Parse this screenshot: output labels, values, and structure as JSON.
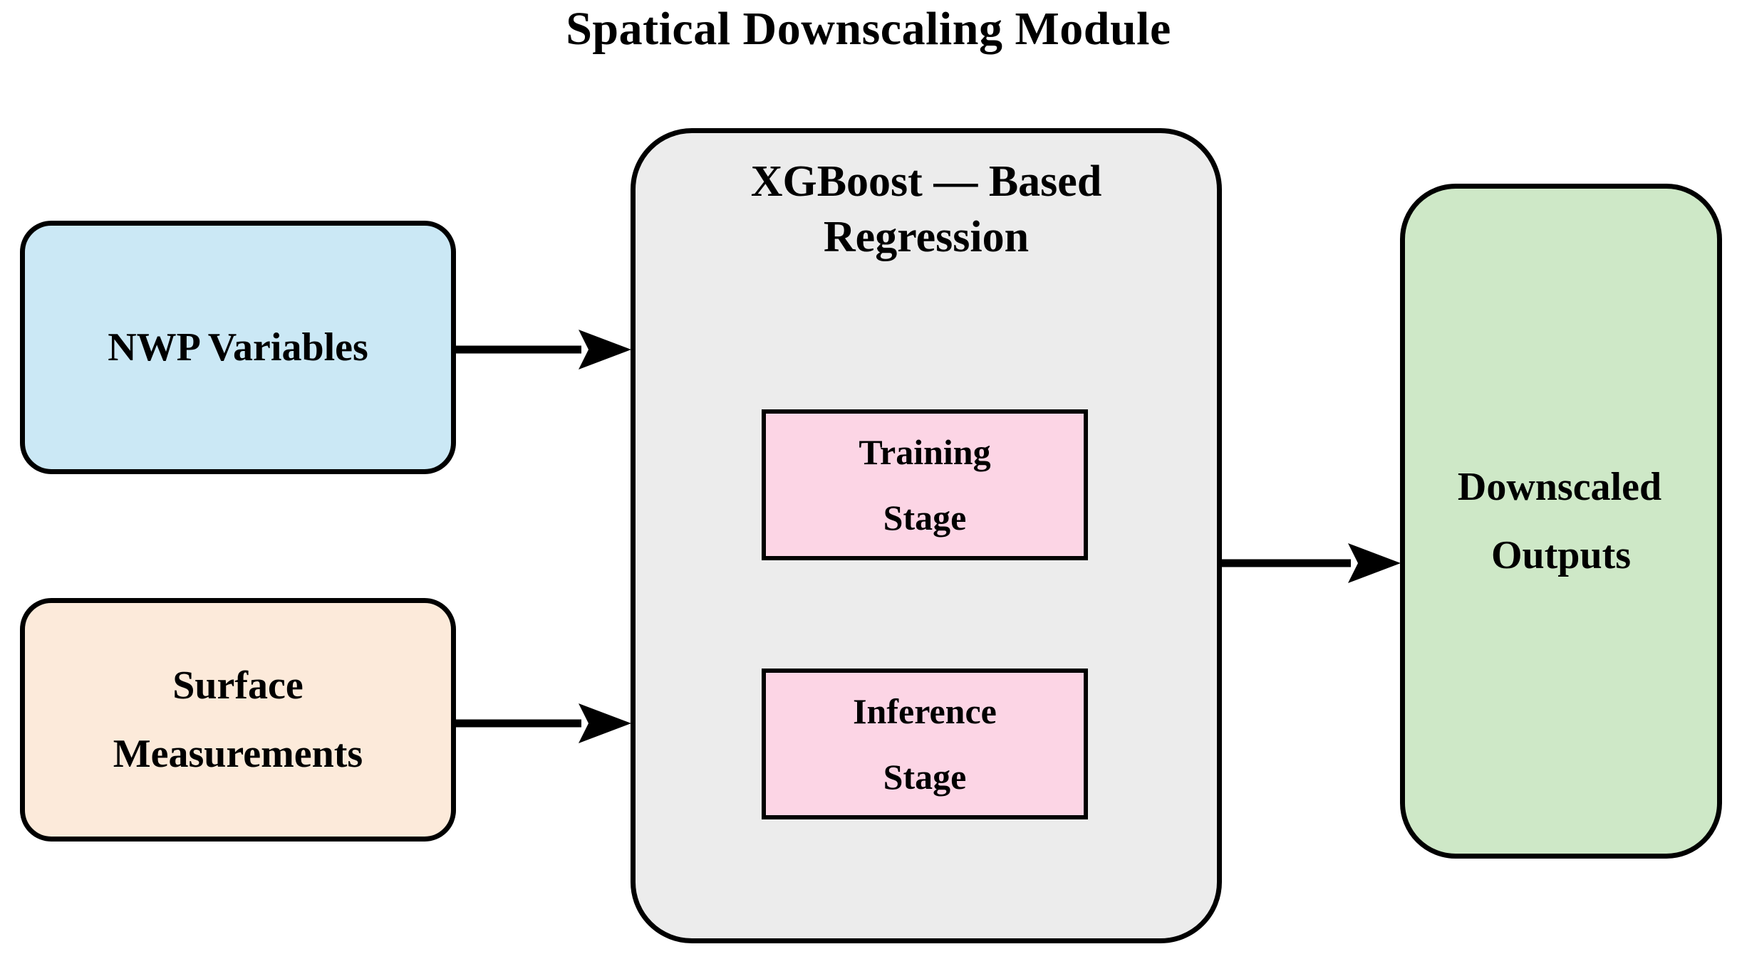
{
  "title": "Spatical Downscaling Module",
  "colors": {
    "nwp_fill": "#cbe8f5",
    "surface_fill": "#fceada",
    "module_fill": "#ececec",
    "stage_fill": "#fcd5e5",
    "output_fill": "#cee8c7",
    "stroke": "#000000",
    "background": "#ffffff"
  },
  "nodes": {
    "nwp": {
      "label": "NWP Variables"
    },
    "surface": {
      "line1": "Surface",
      "line2": "Measurements"
    },
    "module": {
      "title_line1": "XGBoost — Based",
      "title_line2": "Regression",
      "stages": [
        {
          "line1": "Training",
          "line2": "Stage"
        },
        {
          "line1": "Inference",
          "line2": "Stage"
        }
      ]
    },
    "output": {
      "line1": "Downscaled",
      "line2": "Outputs"
    }
  },
  "arrows": [
    {
      "name": "nwp-to-module",
      "from": "NWP Variables",
      "to": "XGBoost — Based Regression"
    },
    {
      "name": "surface-to-module",
      "from": "Surface Measurements",
      "to": "XGBoost — Based Regression"
    },
    {
      "name": "module-to-output",
      "from": "XGBoost — Based Regression",
      "to": "Downscaled Outputs"
    }
  ]
}
